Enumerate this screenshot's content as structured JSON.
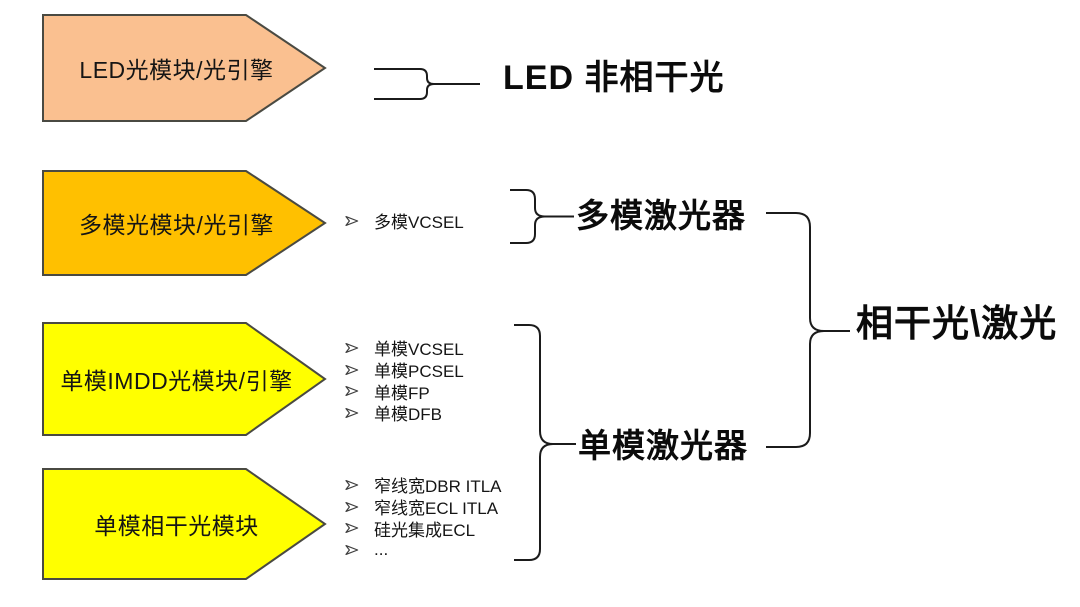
{
  "colors": {
    "box_border": "#4a4a42",
    "line": "#1b1b1b",
    "text": "#151515",
    "bullet_outline": "#3f3f3f",
    "background": "#ffffff"
  },
  "boxes": [
    {
      "label": "LED光模块/光引擎",
      "fill": "#FAC090"
    },
    {
      "label": "多模光模块/光引擎",
      "fill": "#FFC000"
    },
    {
      "label": "单模IMDD光模块/引擎",
      "fill": "#FFFF00"
    },
    {
      "label": "单模相干光模块",
      "fill": "#FFFF00"
    }
  ],
  "bullets": {
    "multimode": [
      "多模VCSEL"
    ],
    "single_mode_imdd": [
      "单模VCSEL",
      "单模PCSEL",
      "单模FP",
      "单模DFB"
    ],
    "single_mode_coherent": [
      "窄线宽DBR ITLA",
      "窄线宽ECL ITLA",
      "硅光集成ECL",
      "..."
    ]
  },
  "labels": {
    "led_light": "LED 非相干光",
    "multimode_laser": "多模激光器",
    "single_mode_laser": "单模激光器",
    "coherent_laser": "相干光\\激光"
  }
}
